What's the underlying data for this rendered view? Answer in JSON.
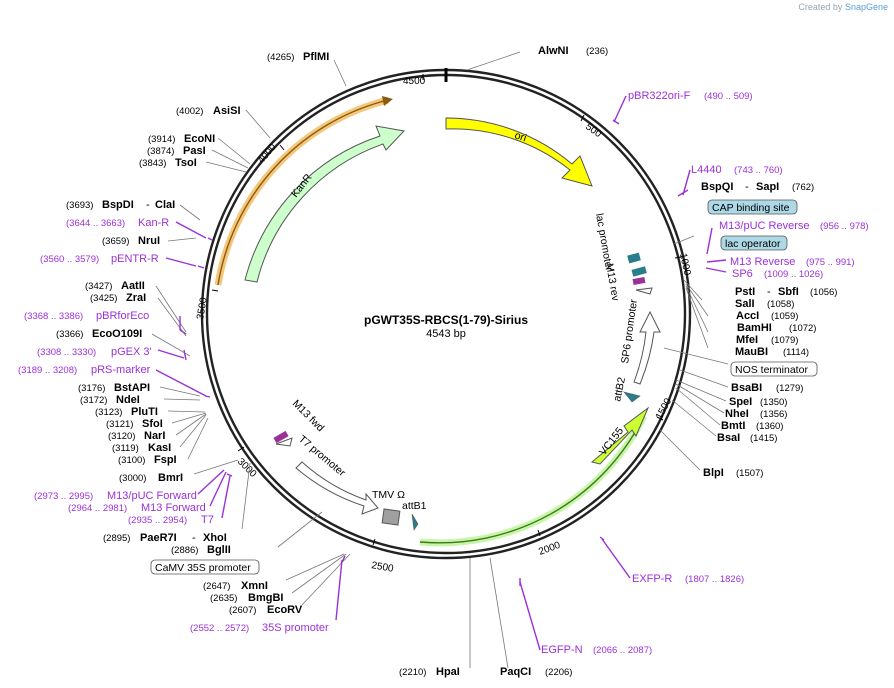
{
  "brand": {
    "prefix": "Created by",
    "name": "SnapGene"
  },
  "plasmid": {
    "name": "pGWT35S-RBCS(1-79)-Sirius",
    "length_label": "4543 bp",
    "length": 4543
  },
  "ticks": [
    {
      "label": "500",
      "bp": 500
    },
    {
      "label": "1000",
      "bp": 1000
    },
    {
      "label": "1500",
      "bp": 1500
    },
    {
      "label": "2000",
      "bp": 2000
    },
    {
      "label": "2500",
      "bp": 2500
    },
    {
      "label": "3000",
      "bp": 3000
    },
    {
      "label": "3500",
      "bp": 3500
    },
    {
      "label": "4000",
      "bp": 4000
    },
    {
      "label": "4500",
      "bp": 4500
    }
  ],
  "features": [
    {
      "name": "ori",
      "kind": "arrow",
      "color": "#ffff00"
    },
    {
      "name": "KanR",
      "kind": "arrow",
      "color": "#ccffcc"
    },
    {
      "name": "VC155",
      "kind": "arrow",
      "color": "#ccff33"
    },
    {
      "name": "SP6 promoter",
      "kind": "arrow",
      "color": "#ffffff"
    },
    {
      "name": "T7 promoter",
      "kind": "arrow",
      "color": "#ffffff"
    },
    {
      "name": "lac promoter",
      "kind": "box",
      "color": "#ffffff"
    },
    {
      "name": "M13 rev",
      "kind": "box",
      "color": "#993399"
    },
    {
      "name": "M13 fwd",
      "kind": "box",
      "color": "#993399"
    },
    {
      "name": "attB2",
      "kind": "box",
      "color": "#2a7d8a"
    },
    {
      "name": "attB1",
      "kind": "box",
      "color": "#2a7d8a"
    },
    {
      "name": "TMV Ω",
      "kind": "box",
      "color": "#a0a0a0"
    },
    {
      "name": "CAP binding site",
      "kind": "boxed-label",
      "color": "#add8e6"
    },
    {
      "name": "lac operator",
      "kind": "boxed-label",
      "color": "#add8e6"
    },
    {
      "name": "NOS terminator",
      "kind": "boxed-label",
      "color": "#ffffff"
    },
    {
      "name": "CaMV 35S promoter",
      "kind": "boxed-label",
      "color": "#ffffff"
    }
  ],
  "enzymes": [
    {
      "name": "AlwNI",
      "pos": "(236)"
    },
    {
      "name": "BspQI",
      "extra": "SapI",
      "pos": "(762)"
    },
    {
      "name": "PstI",
      "extra": "SbfI",
      "pos": "(1056)"
    },
    {
      "name": "SalI",
      "pos": "(1058)"
    },
    {
      "name": "AccI",
      "pos": "(1059)"
    },
    {
      "name": "BamHI",
      "pos": "(1072)"
    },
    {
      "name": "MfeI",
      "pos": "(1079)"
    },
    {
      "name": "MauBI",
      "pos": "(1114)"
    },
    {
      "name": "BsaBI",
      "pos": "(1279)"
    },
    {
      "name": "SpeI",
      "pos": "(1350)"
    },
    {
      "name": "NheI",
      "pos": "(1356)"
    },
    {
      "name": "BmtI",
      "pos": "(1360)"
    },
    {
      "name": "BsaI",
      "pos": "(1415)"
    },
    {
      "name": "BlpI",
      "pos": "(1507)"
    },
    {
      "name": "PaqCI",
      "pos": "(2206)"
    },
    {
      "name": "HpaI",
      "pos": "(2210)"
    },
    {
      "name": "EcoRV",
      "pos": "(2607)"
    },
    {
      "name": "BmgBI",
      "pos": "(2635)"
    },
    {
      "name": "XmnI",
      "pos": "(2647)"
    },
    {
      "name": "BglII",
      "pos": "(2886)"
    },
    {
      "name": "PaeR7I",
      "extra": "XhoI",
      "pos": "(2895)"
    },
    {
      "name": "BmrI",
      "pos": "(3000)"
    },
    {
      "name": "FspI",
      "pos": "(3100)"
    },
    {
      "name": "KasI",
      "pos": "(3119)"
    },
    {
      "name": "NarI",
      "pos": "(3120)"
    },
    {
      "name": "SfoI",
      "pos": "(3121)"
    },
    {
      "name": "PluTI",
      "pos": "(3123)"
    },
    {
      "name": "NdeI",
      "pos": "(3172)"
    },
    {
      "name": "BstAPI",
      "pos": "(3176)"
    },
    {
      "name": "EcoO109I",
      "pos": "(3366)"
    },
    {
      "name": "ZraI",
      "pos": "(3425)"
    },
    {
      "name": "AatII",
      "pos": "(3427)"
    },
    {
      "name": "NruI",
      "pos": "(3659)"
    },
    {
      "name": "BspDI",
      "extra": "ClaI",
      "pos": "(3693)"
    },
    {
      "name": "TsoI",
      "pos": "(3843)"
    },
    {
      "name": "PasI",
      "pos": "(3874)"
    },
    {
      "name": "EcoNI",
      "pos": "(3914)"
    },
    {
      "name": "AsiSI",
      "pos": "(4002)"
    },
    {
      "name": "PflMI",
      "pos": "(4265)"
    }
  ],
  "primers": [
    {
      "name": "pBR322ori-F",
      "range": "(490 .. 509)"
    },
    {
      "name": "L4440",
      "range": "(743 .. 760)"
    },
    {
      "name": "M13/pUC Reverse",
      "range": "(956 .. 978)"
    },
    {
      "name": "M13 Reverse",
      "range": "(975 .. 991)"
    },
    {
      "name": "SP6",
      "range": "(1009 .. 1026)"
    },
    {
      "name": "EXFP-R",
      "range": "(1807 .. 1826)"
    },
    {
      "name": "EGFP-N",
      "range": "(2066 .. 2087)"
    },
    {
      "name": "35S promoter",
      "range": "(2552 .. 2572)"
    },
    {
      "name": "T7",
      "range": "(2935 .. 2954)"
    },
    {
      "name": "M13 Forward",
      "range": "(2964 .. 2981)"
    },
    {
      "name": "M13/pUC Forward",
      "range": "(2973 .. 2995)"
    },
    {
      "name": "pRS-marker",
      "range": "(3189 .. 3208)"
    },
    {
      "name": "pGEX 3'",
      "range": "(3308 .. 3330)"
    },
    {
      "name": "pBRforEco",
      "range": "(3368 .. 3386)"
    },
    {
      "name": "pENTR-R",
      "range": "(3560 .. 3579)"
    },
    {
      "name": "Kan-R",
      "range": "(3644 .. 3663)"
    }
  ]
}
